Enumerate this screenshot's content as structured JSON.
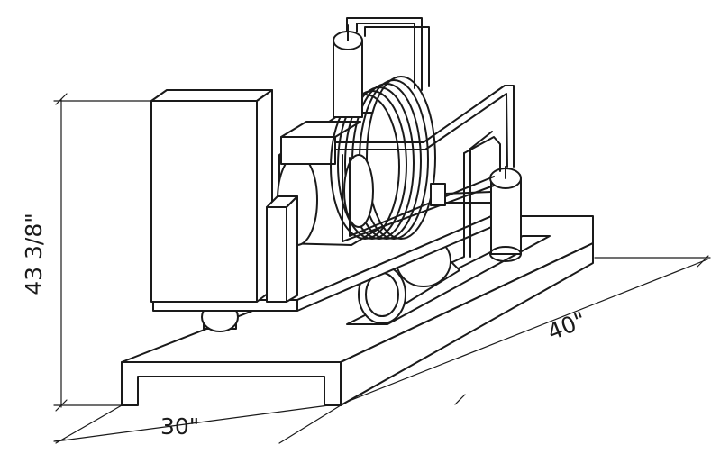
{
  "dimensions": {
    "height": "43 3/8\"",
    "width": "30\"",
    "depth": "40\""
  }
}
